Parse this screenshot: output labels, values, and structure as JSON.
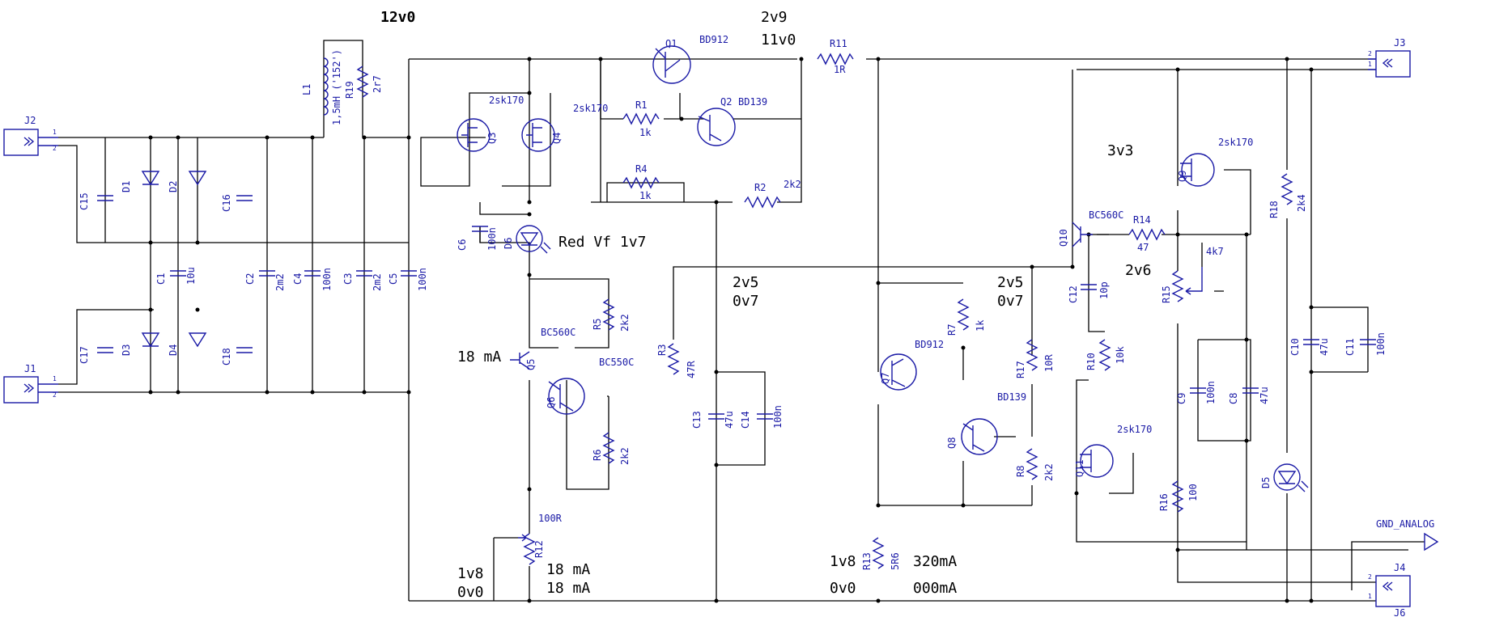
{
  "refs": {
    "J1": "J1",
    "J2": "J2",
    "J3": "J3",
    "J4": "J4",
    "J6": "J6",
    "L1": "L1",
    "R19": "R19",
    "R11": "R11",
    "R1": "R1",
    "R2": "R2",
    "R3": "R3",
    "R4": "R4",
    "R5": "R5",
    "R6": "R6",
    "R7": "R7",
    "R8": "R8",
    "R10": "R10",
    "R12": "R12",
    "R13": "R13",
    "R14": "R14",
    "R15": "R15",
    "R16": "R16",
    "R17": "R17",
    "R18": "R18",
    "C1": "C1",
    "C2": "C2",
    "C3": "C3",
    "C4": "C4",
    "C5": "C5",
    "C6": "C6",
    "C8": "C8",
    "C9": "C9",
    "C10": "C10",
    "C11": "C11",
    "C12": "C12",
    "C13": "C13",
    "C14": "C14",
    "C15": "C15",
    "C16": "C16",
    "C17": "C17",
    "C18": "C18",
    "D1": "D1",
    "D2": "D2",
    "D3": "D3",
    "D4": "D4",
    "D5": "D5",
    "D6": "D6",
    "Q1": "Q1",
    "Q2": "Q2",
    "Q3": "Q3",
    "Q4": "Q4",
    "Q5": "Q5",
    "Q6": "Q6",
    "Q7": "Q7",
    "Q8": "Q8",
    "Q9": "Q9",
    "Q10": "Q10",
    "Q11": "Q11"
  },
  "values": {
    "L1": "1,5mH ('152')",
    "R19": "2r7",
    "R11": "1R",
    "R1": "1k",
    "R2": "2k2",
    "R3": "47R",
    "R4": "1k",
    "R5": "2k2",
    "R6": "2k2",
    "R7": "1k",
    "R8": "2k2",
    "R10": "10k",
    "R12": "100R",
    "R13": "5R6",
    "R14": "47",
    "R15": "4k7",
    "R16": "100",
    "R17": "10R",
    "R18": "2k4",
    "C1": "10u",
    "C2": "2m2",
    "C3": "2m2",
    "C4": "100n",
    "C5": "100n",
    "C6": "100n",
    "C8": "47u",
    "C9": "100n",
    "C10": "47u",
    "C11": "100n",
    "C12": "10p",
    "C13": "47u",
    "C14": "100n",
    "Q1": "BD912",
    "Q2": "BD139",
    "Q3": "2sk170",
    "Q4": "2sk170",
    "Q5": "BC560C",
    "Q6": "BC550C",
    "Q7": "BD912",
    "Q8": "BD139",
    "Q9": "2sk170",
    "Q10": "BC560C",
    "Q11": "2sk170",
    "gnd": "GND_ANALOG"
  },
  "notes": {
    "v12": "12v0",
    "v29": "2v9",
    "v110": "11v0",
    "redvf": "Red Vf 1v7",
    "v25a": "2v5",
    "v07a": "0v7",
    "v25b": "2v5",
    "v07b": "0v7",
    "v33": "3v3",
    "v26": "2v6",
    "ma18": "18 mA",
    "v18a": "1v8",
    "v00a": "0v0",
    "ma18b": "18 mA",
    "ma18c": "18 mA",
    "v18b": "1v8",
    "v00b": "0v0",
    "ma320": "320mA",
    "ma000": "000mA"
  }
}
